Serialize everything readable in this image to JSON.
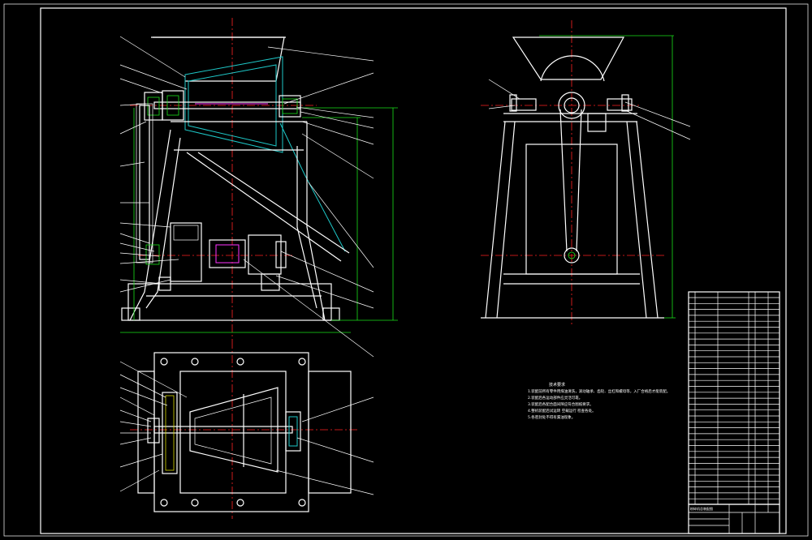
{
  "drawing": {
    "background": "#000000",
    "line_color": "#ffffff",
    "center_line_color": "#ff2222",
    "dimension_color": "#19e019",
    "hidden_part_color": "#1ec8c8"
  },
  "technical_requirements": {
    "title": "技术要求",
    "lines": [
      "1.装配前所有零件用煤油清洗，滚动轴承、齿轮、丝杠和螺母等，入厂合格后才能装配。",
      "2.装配后各运动部件应灵活可靠。",
      "3.装配后各配合面间隙应符合图纸要求。",
      "4.整机装配后试运转 空载运行 检查各处。",
      "5.各密封处不得有漏油现象。"
    ]
  },
  "title_block": {
    "drawing_title": "粉碎机总装配图"
  }
}
